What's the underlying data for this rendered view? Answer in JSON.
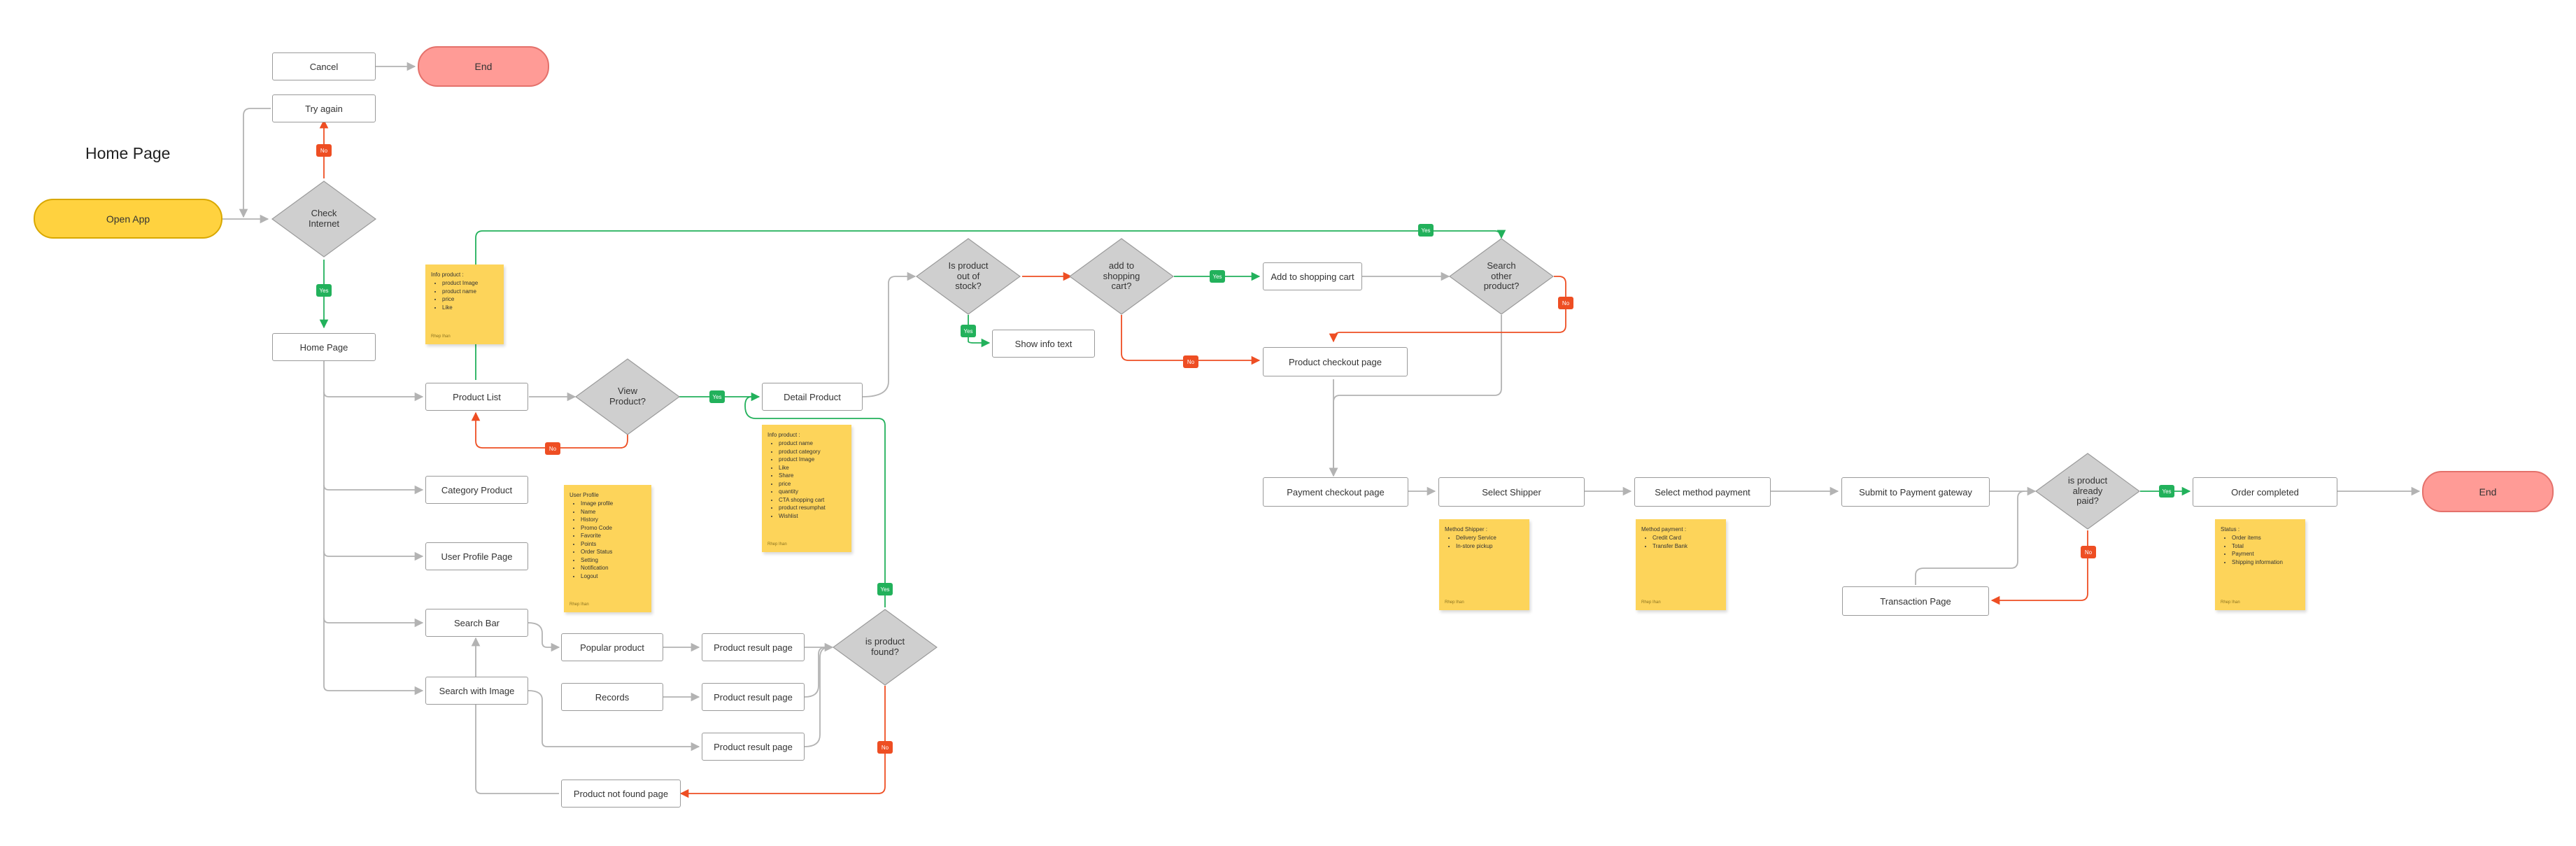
{
  "title": "Home Page",
  "start": "Open App",
  "end_labels": {
    "top": "End",
    "final": "End"
  },
  "boxes": {
    "cancel": "Cancel",
    "try_again": "Try again",
    "home_page": "Home Page",
    "product_list": "Product List",
    "category_product": "Category Product",
    "user_profile_page": "User Profile Page",
    "search_bar": "Search Bar",
    "search_with_image": "Search with Image",
    "popular_product": "Popular product",
    "records": "Records",
    "product_result_1": "Product result page",
    "product_result_2": "Product result page",
    "product_result_3": "Product result page",
    "product_not_found": "Product not found page",
    "detail_product": "Detail Product",
    "show_info_text": "Show info text",
    "add_to_cart": "Add to shopping cart",
    "product_checkout": "Product checkout page",
    "payment_checkout": "Payment checkout page",
    "select_shipper": "Select Shipper",
    "select_payment": "Select method payment",
    "submit_gateway": "Submit to Payment gateway",
    "transaction_page": "Transaction Page",
    "order_completed": "Order completed"
  },
  "decisions": {
    "check_internet": [
      "Check",
      "Internet"
    ],
    "view_product": [
      "View",
      "Product?"
    ],
    "out_of_stock": [
      "Is product",
      "out of",
      "stock?"
    ],
    "add_to_shopping_cart": [
      "add to",
      "shopping",
      "cart?"
    ],
    "search_other": [
      "Search",
      "other",
      "product?"
    ],
    "product_found": [
      "is product",
      "found?"
    ],
    "already_paid": [
      "is product",
      "already",
      "paid?"
    ]
  },
  "tags": {
    "yes": "Yes",
    "no": "No"
  },
  "stickies": {
    "info_product_small": {
      "title": "Info product :",
      "items": [
        "product Image",
        "product name",
        "price",
        "Like"
      ],
      "author": "Rhep Ihan"
    },
    "user_profile": {
      "title": "User Profile",
      "items": [
        "Image profile",
        "Name",
        "History",
        "Promo Code",
        "Favorite",
        "Points",
        "Order Status",
        "Setting",
        "Notification",
        "Logout"
      ],
      "author": "Rhep Ihan"
    },
    "info_product_detail": {
      "title": "Info product :",
      "items": [
        "product name",
        "product category",
        "product Image",
        "Like",
        "Share",
        "price",
        "quantity",
        "CTA shopping cart",
        "product resumphat",
        "Wishlist"
      ],
      "author": "Rhep Ihan"
    },
    "method_shipper": {
      "title": "Method Shipper :",
      "items": [
        "Delivery Service",
        "In-store pickup"
      ],
      "author": "Rhep Ihan"
    },
    "method_payment": {
      "title": "Method payment :",
      "items": [
        "Credit Card",
        "Transfer Bank"
      ],
      "author": "Rhep Ihan"
    },
    "status": {
      "title": "Status :",
      "items": [
        "Order items",
        "Total",
        "Payment",
        "Shipping information"
      ],
      "author": "Rhep Ihan"
    }
  },
  "colors": {
    "start_fill": "#ffd23f",
    "end_fill": "#ff9b96",
    "decision_fill": "#cfcfcf",
    "yes": "#22b15b",
    "no": "#ee4e23",
    "line": "#b3b3b3",
    "sticky": "#fdd45a"
  }
}
